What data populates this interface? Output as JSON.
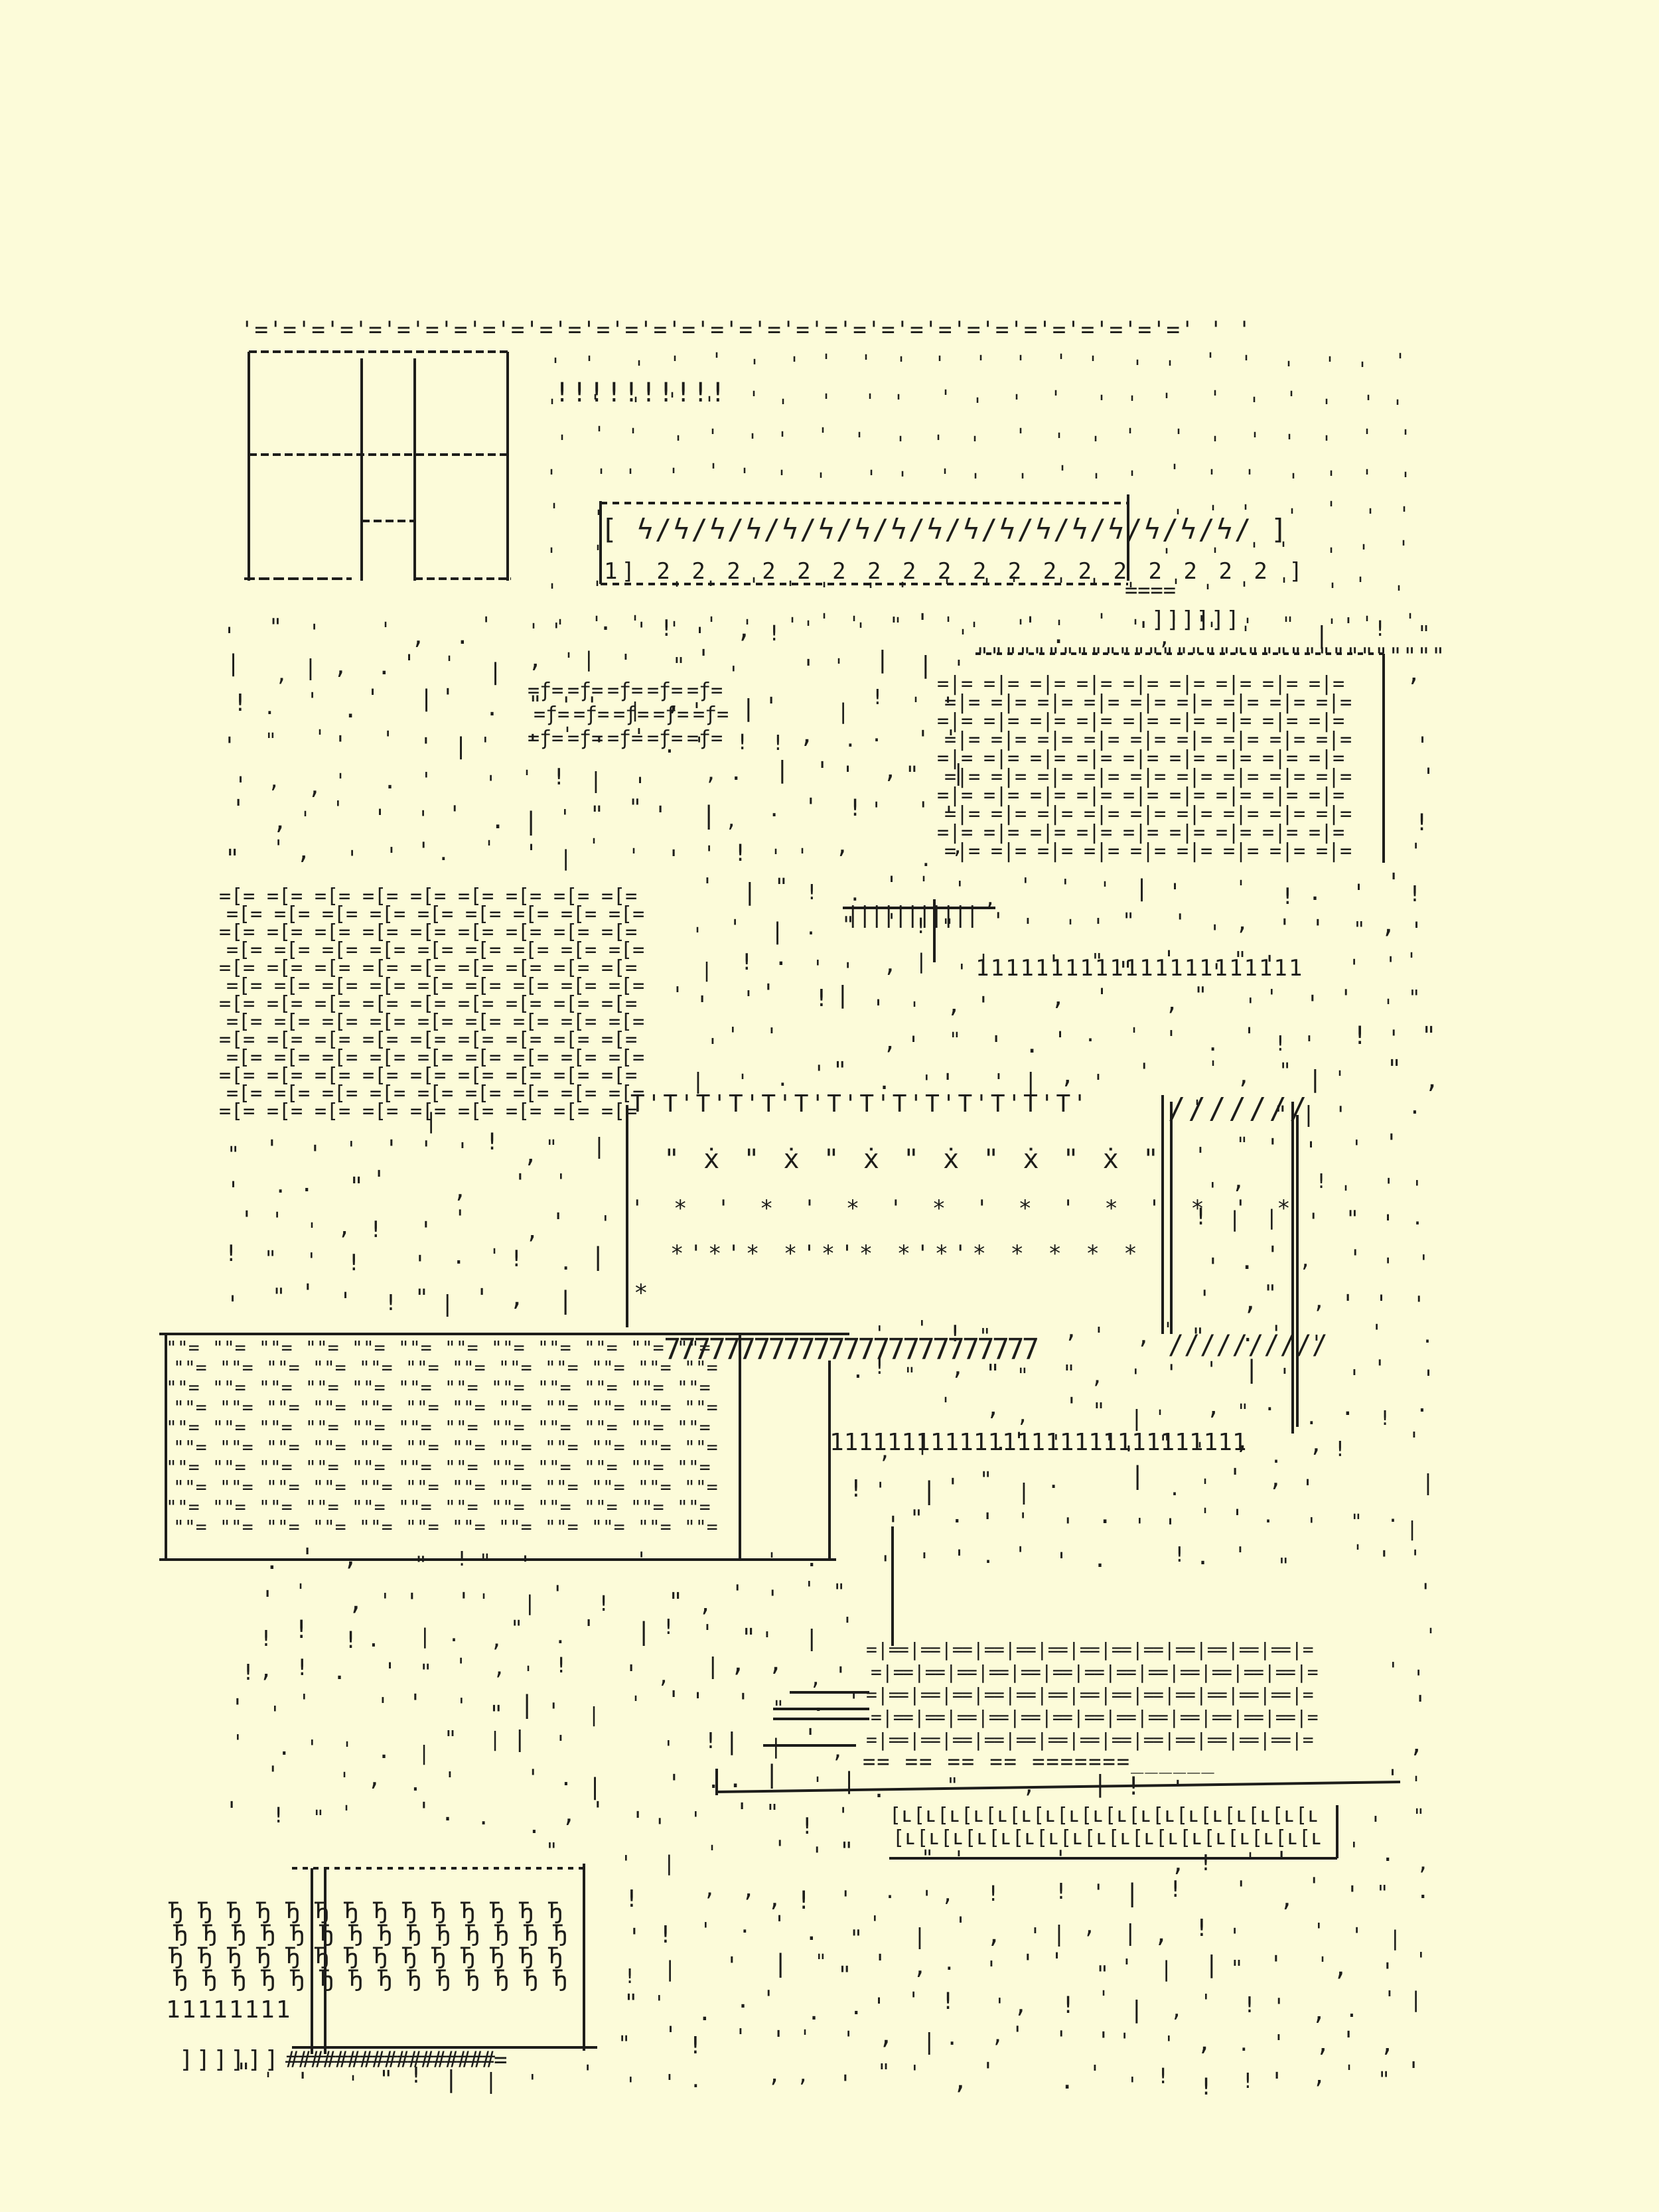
{
  "artwork": {
    "kind": "typewriter art",
    "paper_color": "#fcfbd9",
    "ink_color": "#1d1d1a"
  },
  "strips": {
    "top_border": "'='='='='='='='='='='='='='='='='='='='='='='='='='='='='='='='='=' ' '",
    "bars_top": "!!!!!!!!!!",
    "lightning_row": "[ ϟ/ϟ/ϟ/ϟ/ϟ/ϟ/ϟ/ϟ/ϟ/ϟ/ϟ/ϟ/ϟ/ϟ/ϟ/ϟ/ϟ/ ]",
    "two_row": "1] 2 2 2 2 2 2 2 2 2 2 2 2 2 2 2 2 2 2 ]",
    "equals_tail": "====",
    "brackets_small": "]]]]]]",
    "quote_header": "\"\"\"\"\"\"\"\"\"\"\"\"\"\"\"\"\"\"\"\"\"\"\"\"\"\"\"\"\"\"\"\"\"",
    "ones_mid": "1111111111111111111111",
    "ticker_row": "T'T'T'T'T'T'T'T'T'T'T'T'T'T'",
    "slash_row": "///////",
    "sevens_row": "7777777777777777777777777",
    "slash_row_low": "//////////",
    "ones_long": "11111111111111111111111111111",
    "dash_row": "== ==  == == =======______",
    "lower_brackets": "]]]]]]",
    "lower_ones": "11111111",
    "hash_row": "#################="
  },
  "patterns": {
    "tally_block": "=[=",
    "diamond_row": "\" ẋ \" ẋ \" ẋ \" ẋ \" ẋ \" ẋ \"",
    "star_row_a": "' * ' * ' * ' * ' * ' * ' * ' *",
    "star_row_b": "*'*'* *'*'* *'*'* * * * *",
    "star_single": "*",
    "quote_grid_cell": "\"\"=",
    "low_block_cell": "=|=",
    "stair_cell": "=ƒ=",
    "comb_cell": "[ʟ",
    "h_block_cell": "Ђ",
    "mark_set": "' . ' ! , \" ' ."
  }
}
